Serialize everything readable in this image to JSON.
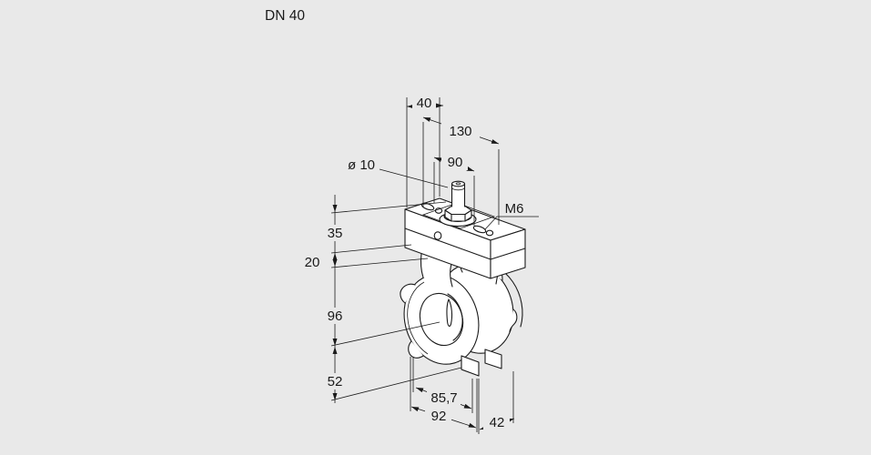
{
  "title": "DN 40",
  "drawing": {
    "type": "isometric technical drawing, butterfly valve with actuator mounting flange",
    "colors": {
      "background": "#e9e9e9",
      "line": "#1a1a1a"
    },
    "dimensions": {
      "flange_width": {
        "label": "40"
      },
      "flange_length": {
        "label": "130"
      },
      "hole_spacing": {
        "label": "90"
      },
      "shaft_diameter": {
        "label": "ø 10"
      },
      "thread": {
        "label": "M6"
      },
      "flange_height": {
        "label": "35"
      },
      "neck_height": {
        "label": "20"
      },
      "body_height": {
        "label": "96"
      },
      "bottom_height": {
        "label": "52"
      },
      "bore_width": {
        "label": "85,7"
      },
      "body_width": {
        "label": "92"
      },
      "body_depth": {
        "label": "42"
      }
    }
  }
}
